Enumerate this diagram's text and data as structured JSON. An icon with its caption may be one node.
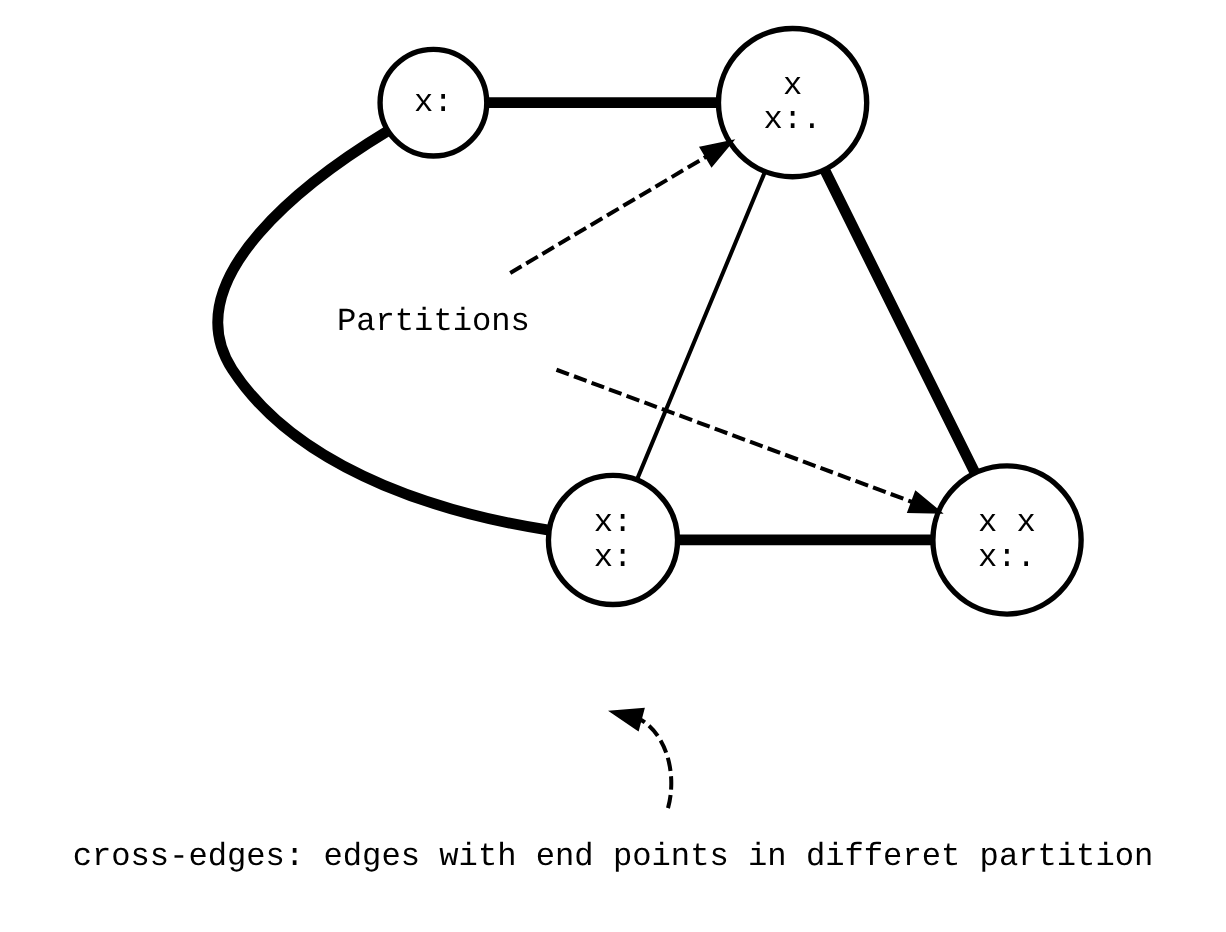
{
  "diagram": {
    "nodes": [
      {
        "text": [
          "x:"
        ]
      },
      {
        "text": [
          "x",
          "x:."
        ]
      },
      {
        "text": [
          "x x",
          "x:."
        ]
      },
      {
        "text": [
          "x:",
          "x:"
        ]
      },
      {
        "text": [
          "Partitions"
        ]
      },
      {
        "text": [
          "cross-edges: edges with end points in differet partition"
        ]
      }
    ],
    "edges": [
      {
        "from": 0,
        "to": 1,
        "arrow": "none",
        "style": "thick"
      },
      {
        "from": 0,
        "to": 3,
        "arrow": "none",
        "style": "thick"
      },
      {
        "from": 3,
        "to": 1,
        "arrow": "none"
      },
      {
        "from": 1,
        "to": 2,
        "arrow": "none",
        "style": "thick"
      },
      {
        "from": 3,
        "to": 2,
        "arrow": "none",
        "style": "thick"
      },
      {
        "from": 4,
        "to": 1,
        "arrow": "to",
        "style": "dashed"
      },
      {
        "from": 4,
        "to": 2,
        "arrow": "to",
        "style": "dashed"
      },
      {
        "from": 5,
        "to": null,
        "arrow": "to",
        "style": "dashed"
      }
    ]
  }
}
